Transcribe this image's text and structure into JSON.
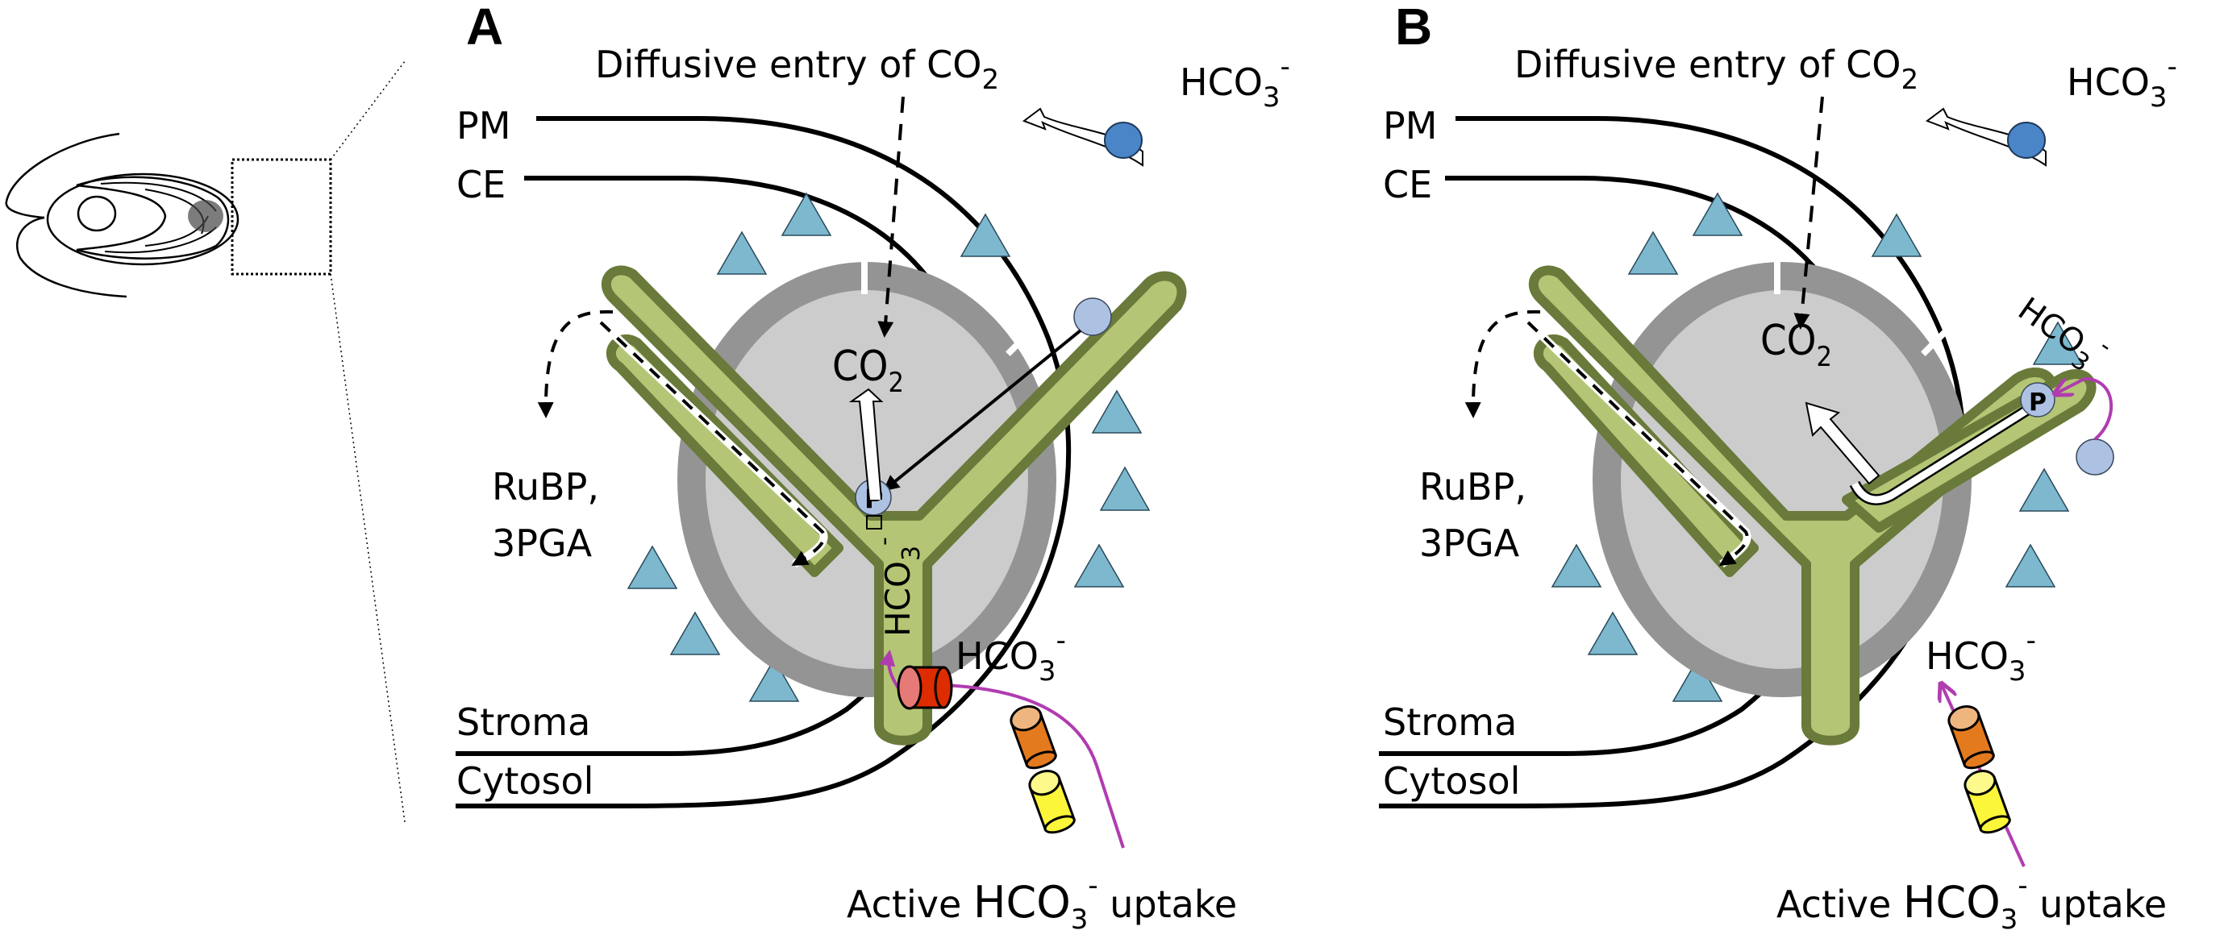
{
  "figure": {
    "colors": {
      "thylakoid_fill": "#b4c675",
      "thylakoid_stroke": "#697a3a",
      "pyrenoid_core": "#cccccc",
      "starch_sheath": "#949494",
      "rubisco_triangle": "#7db8cf",
      "lci_transporter": "#4a85c8",
      "bestrophin_red": "#dd2c00",
      "lcia_orange": "#e47a1e",
      "hla3_yellow": "#fcf63a",
      "pump_arrow": "#b03cb0",
      "p_protein": "#adc2e2"
    },
    "overview": {
      "name": "cell-overview-sketch",
      "inset_label": "zoom-region"
    },
    "panels": [
      {
        "id": "A",
        "letter": "A",
        "diffusive_label": "Diffusive entry of CO",
        "diffusive_sub": "2",
        "hco3_top": "HCO",
        "hco3_top_sub": "3",
        "hco3_top_sup": "-",
        "pm_label": "PM",
        "ce_label": "CE",
        "co2_label": "CO",
        "co2_sub": "2",
        "rubp_line1": "RuBP,",
        "rubp_line2": "3PGA",
        "p_label": "P",
        "hco3_tubule": "HCO",
        "hco3_tubule_sub": "3",
        "hco3_tubule_sup": "-",
        "hco3_stroma": "HCO",
        "hco3_stroma_sub": "3",
        "hco3_stroma_sup": "-",
        "stroma_label": "Stroma",
        "cytosol_label": "Cytosol",
        "uptake_pre": "Active ",
        "uptake_hco": "HCO",
        "uptake_sub": "3",
        "uptake_sup": "-",
        "uptake_post": " uptake"
      },
      {
        "id": "B",
        "letter": "B",
        "diffusive_label": "Diffusive entry of CO",
        "diffusive_sub": "2",
        "hco3_top": "HCO",
        "hco3_top_sub": "3",
        "hco3_top_sup": "-",
        "pm_label": "PM",
        "ce_label": "CE",
        "co2_label": "CO",
        "co2_sub": "2",
        "rubp_line1": "RuBP,",
        "rubp_line2": "3PGA",
        "p_label": "P",
        "hco3_tubule": "HCO",
        "hco3_tubule_sub": "3",
        "hco3_tubule_sup": "-",
        "hco3_stroma": "HCO",
        "hco3_stroma_sub": "3",
        "hco3_stroma_sup": "-",
        "stroma_label": "Stroma",
        "cytosol_label": "Cytosol",
        "uptake_pre": "Active ",
        "uptake_hco": "HCO",
        "uptake_sub": "3",
        "uptake_sup": "-",
        "uptake_post": " uptake"
      }
    ]
  }
}
